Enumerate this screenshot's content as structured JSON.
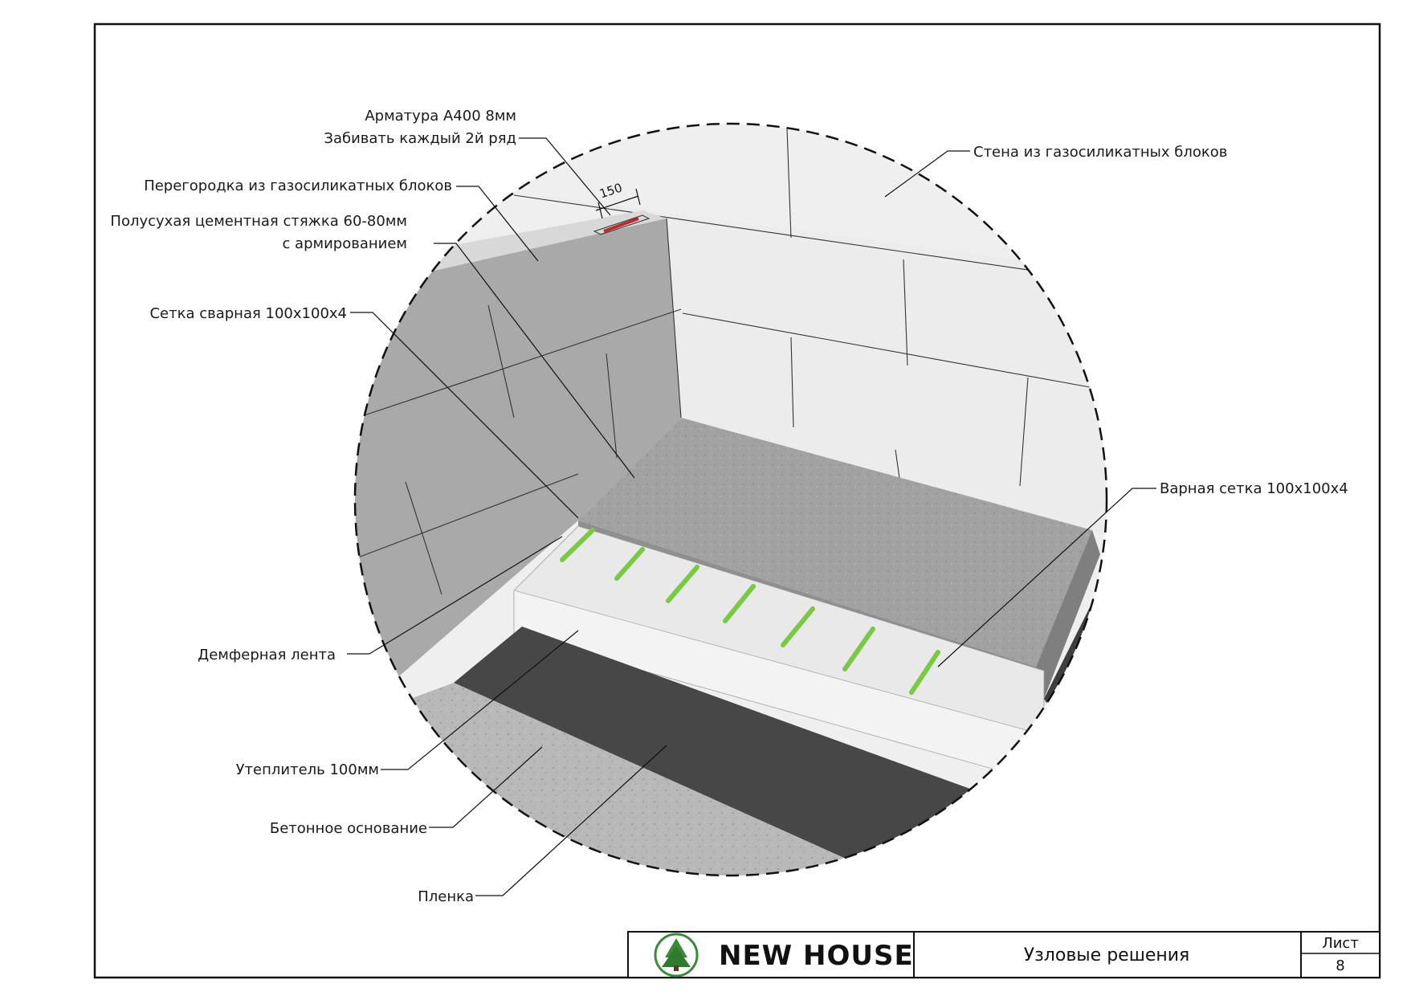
{
  "labels": {
    "rebar_line1": "Арматура А400 8мм",
    "rebar_line2": "Забивать каждый 2й ряд",
    "partition": "Перегородка из газосиликатных блоков",
    "screed_line1": "Полусухая цементная стяжка 60-80мм",
    "screed_line2": "с армированием",
    "mesh": "Сетка сварная 100х100х4",
    "damper": "Демферная лента",
    "insulation": "Утеплитель 100мм",
    "concrete": "Бетонное основание",
    "film": "Пленка",
    "wall": "Стена из газосиликатных блоков",
    "mesh_right": "Варная сетка 100х100х4",
    "dimension": "150"
  },
  "title_block": {
    "brand": "NEW HOUSE",
    "title": "Узловые решения",
    "sheet_label": "Лист",
    "sheet_number": "8"
  },
  "colors": {
    "frame": "#111111",
    "wall_light": "#ececec",
    "wall_dark": "#a8a8a8",
    "screed": "#9a9a9a",
    "film": "#474747",
    "insulation": "#e9e9e9",
    "concrete": "#b9b9b9",
    "rebar": "#7ac943",
    "rebar_red": "#c0272d",
    "logo_green": "#3a8a3a"
  }
}
